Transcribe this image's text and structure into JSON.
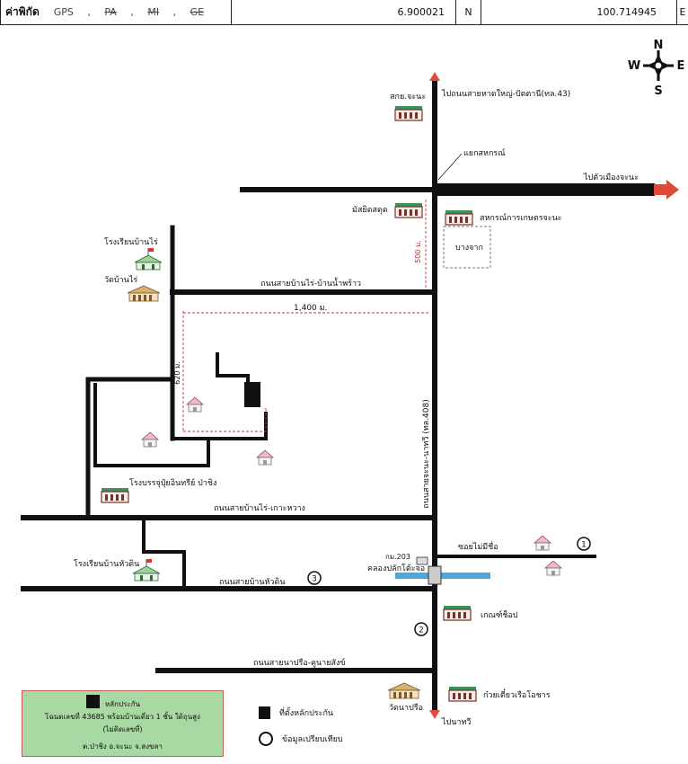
{
  "header": {
    "label": "ค่าพิกัด",
    "sources": [
      "GPS",
      ",",
      "PA",
      ",",
      "MI",
      ",",
      "GE"
    ],
    "lat": "6.900021",
    "lat_dir": "N",
    "lon": "100.714945",
    "lon_dir": "E"
  },
  "compass": {
    "n": "N",
    "s": "S",
    "e": "E",
    "w": "W"
  },
  "labels": {
    "north_dest": "ไปถนนสายหาดใหญ่-ปัตตานี(ทล.43)",
    "east_dest": "ไปตัวเมืองจะนะ",
    "south_dest": "ไปนาทวี",
    "junction": "แยกสหกรณ์",
    "coop_office": "สกย.จะนะ",
    "mosque": "มัสยิดสดุด",
    "farm_coop": "สหกรณ์การเกษตรจะนะ",
    "bang_jak": "บางจาก",
    "dist_500": "500 ม.",
    "dist_1400": "1,400 ม.",
    "dist_620": "620 ม.",
    "school_banrai": "โรงเรียนบ้านไร่",
    "temple_banrai": "วัดบ้านไร่",
    "road_banrai_banmaprao": "ถนนสายบ้านไร่-บ้านน้ำพร้าว",
    "road_banrai_kohwang": "ถนนสายบ้านไร่-เกาะหวาง",
    "road_main": "ถนนสายจะนะ-นาทวี (ทล.408)",
    "factory": "โรงบรรจุปุ๋ยอินทรีย์ ป่าชิง",
    "school_huadin": "โรงเรียนบ้านหัวดิน",
    "road_huadin": "ถนนสายบ้านหัวดิน",
    "km_marker": "กม.203",
    "canal": "คลองปลักโต้ะจอ",
    "soi": "ซอยไม่มีชื่อ",
    "shop": "เกณฑ์ช็อป",
    "road_naprue": "ถนนสายนาปรือ-คูนายสังข์",
    "noodle_shop": "ก๋วยเตี๋ยวเรือโอชาร",
    "temple_naprue": "วัดนาปรือ",
    "badge_1": "1",
    "badge_2": "2",
    "badge_3": "3"
  },
  "legend": {
    "collateral_title": "หลักประกัน",
    "collateral_line2": "โฉนดเลขที่ 43685 พร้อมบ้านเดี่ยว 1 ชั้น ใต้ถุนสูง",
    "collateral_line3": "(ไม่ติดเลขที่)",
    "collateral_line4": "ต.ป่าชิง อ.จะนะ จ.สงขลา",
    "key_collateral": "ที่ตั้งหลักประกัน",
    "key_comparison": "ข้อมูลเปรียบเทียบ"
  },
  "colors": {
    "road": "#111111",
    "arrow": "#e04a3a",
    "legend_bg": "#a8d9a3",
    "canal": "#4aa8e0",
    "dim_line": "#c03030"
  }
}
